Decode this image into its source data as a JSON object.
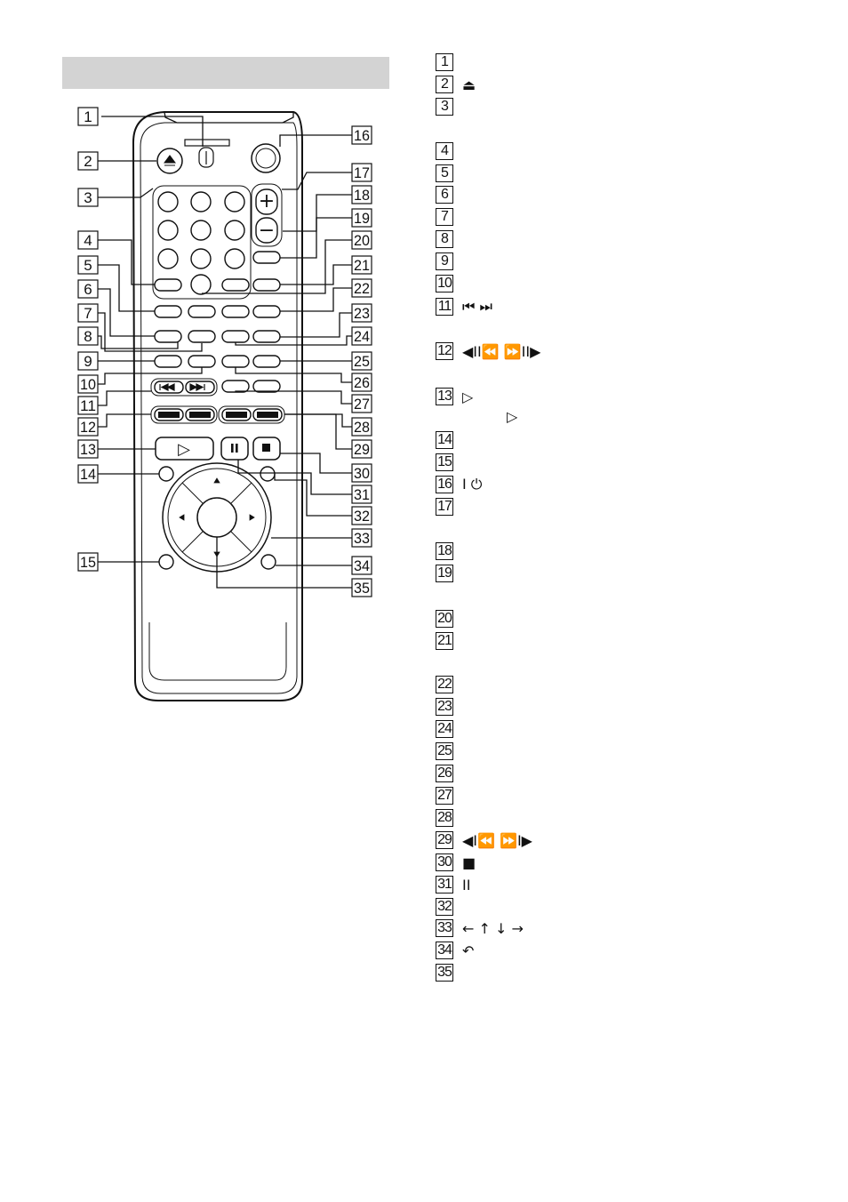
{
  "callouts": [
    "1",
    "2",
    "3",
    "4",
    "5",
    "6",
    "7",
    "8",
    "9",
    "10",
    "11",
    "12",
    "13",
    "14",
    "15",
    "16",
    "17",
    "18",
    "19",
    "20",
    "21",
    "22",
    "23",
    "24",
    "25",
    "26",
    "27",
    "28",
    "29",
    "30",
    "31",
    "32",
    "33",
    "34",
    "35"
  ],
  "remote_symbols": {
    "volume_plus": "+",
    "volume_minus": "−",
    "play": "▷"
  },
  "legend": [
    {
      "num": "1",
      "sym": ""
    },
    {
      "num": "2",
      "sym": "⏏"
    },
    {
      "num": "3",
      "sym": ""
    },
    {
      "num": "4",
      "sym": ""
    },
    {
      "num": "5",
      "sym": ""
    },
    {
      "num": "6",
      "sym": ""
    },
    {
      "num": "7",
      "sym": ""
    },
    {
      "num": "8",
      "sym": ""
    },
    {
      "num": "9",
      "sym": ""
    },
    {
      "num": "10",
      "sym": ""
    },
    {
      "num": "11",
      "sym": "⏮ ⏭"
    },
    {
      "num": "12",
      "sym": "◀II⏪ ⏩II▶"
    },
    {
      "num": "13",
      "sym": "▷"
    },
    {
      "num": "14",
      "sym": ""
    },
    {
      "num": "15",
      "sym": ""
    },
    {
      "num": "16",
      "sym": "I ⏻"
    },
    {
      "num": "17",
      "sym": ""
    },
    {
      "num": "18",
      "sym": ""
    },
    {
      "num": "19",
      "sym": ""
    },
    {
      "num": "20",
      "sym": ""
    },
    {
      "num": "21",
      "sym": ""
    },
    {
      "num": "22",
      "sym": ""
    },
    {
      "num": "23",
      "sym": ""
    },
    {
      "num": "24",
      "sym": ""
    },
    {
      "num": "25",
      "sym": ""
    },
    {
      "num": "26",
      "sym": ""
    },
    {
      "num": "27",
      "sym": ""
    },
    {
      "num": "28",
      "sym": ""
    },
    {
      "num": "29",
      "sym": "◀I⏪ ⏩I▶"
    },
    {
      "num": "30",
      "sym": "■"
    },
    {
      "num": "31",
      "sym": "II"
    },
    {
      "num": "32",
      "sym": ""
    },
    {
      "num": "33",
      "sym": "← ↑ ↓ →"
    },
    {
      "num": "34",
      "sym": "↶"
    },
    {
      "num": "35",
      "sym": ""
    }
  ],
  "legend_sub": [
    {
      "after": "13",
      "sym": "▷"
    }
  ]
}
